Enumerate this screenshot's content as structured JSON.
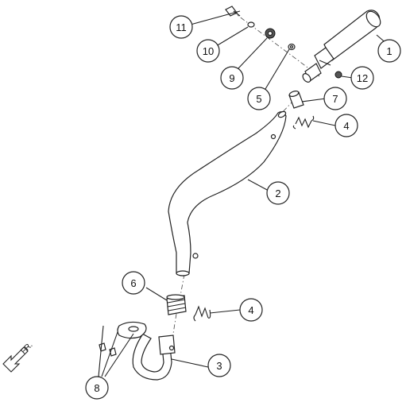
{
  "callouts": [
    {
      "id": "c1",
      "label": "1"
    },
    {
      "id": "c2",
      "label": "2"
    },
    {
      "id": "c3",
      "label": "3"
    },
    {
      "id": "c4a",
      "label": "4"
    },
    {
      "id": "c4b",
      "label": "4"
    },
    {
      "id": "c5",
      "label": "5"
    },
    {
      "id": "c6",
      "label": "6"
    },
    {
      "id": "c7",
      "label": "7"
    },
    {
      "id": "c8",
      "label": "8"
    },
    {
      "id": "c9",
      "label": "9"
    },
    {
      "id": "c10",
      "label": "10"
    },
    {
      "id": "c11",
      "label": "11"
    },
    {
      "id": "c12",
      "label": "12"
    }
  ],
  "front_indicator": {
    "label": "FR."
  }
}
